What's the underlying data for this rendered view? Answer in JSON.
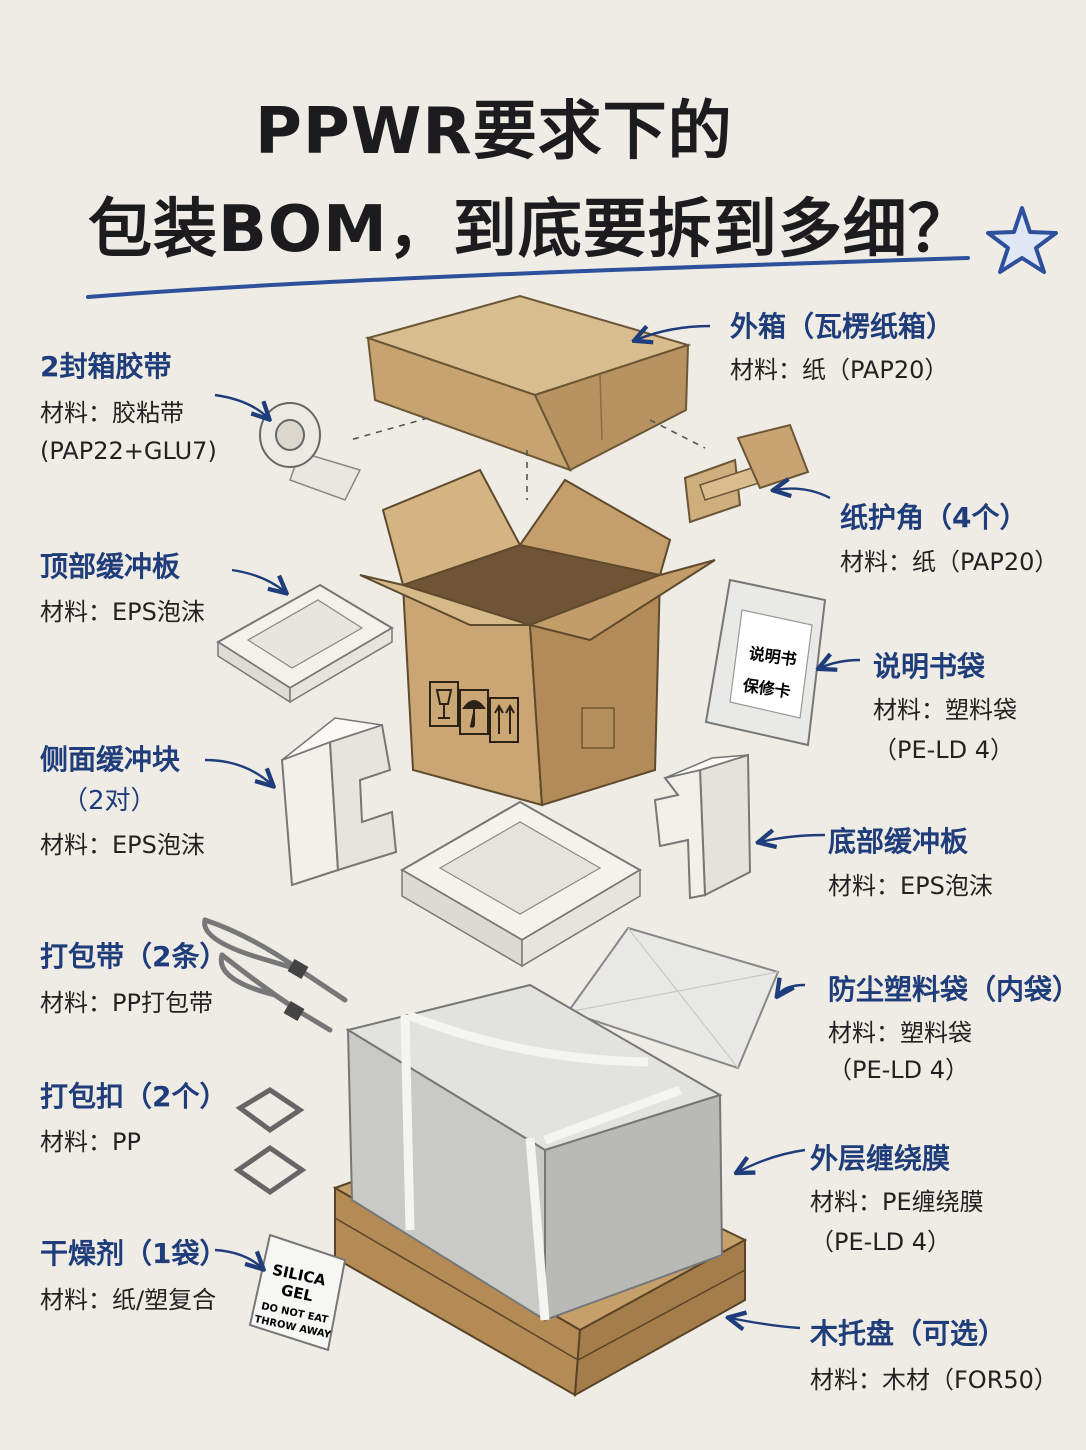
{
  "title": {
    "line1": "PPWR要求下的",
    "line2": "包装BOM，到底要拆到多细？"
  },
  "icons": [
    "star-icon",
    "arrow-icon",
    "fragile-icon",
    "umbrella-icon",
    "this-way-up-icon"
  ],
  "colors": {
    "background": "#efece5",
    "label": "#1f3d7a",
    "cardboard": "#c9a877",
    "foam": "#f2f1ec"
  },
  "items": {
    "outer_box": {
      "name": "外箱（瓦楞纸箱）",
      "material": "材料：纸（PAP20）"
    },
    "tape": {
      "name": "2封箱胶带",
      "material": "材料：胶粘带",
      "code": "(PAP22+GLU7)"
    },
    "corners": {
      "name": "纸护角（4个）",
      "material": "材料：纸（PAP20）"
    },
    "top_cushion": {
      "name": "顶部缓冲板",
      "material": "材料：EPS泡沫"
    },
    "manual_bag": {
      "name": "说明书袋",
      "material": "材料：塑料袋",
      "code": "（PE-LD 4）"
    },
    "side_blocks": {
      "name": "侧面缓冲块",
      "qty": "（2对）",
      "material": "材料：EPS泡沫"
    },
    "bottom_cushion": {
      "name": "底部缓冲板",
      "material": "材料：EPS泡沫"
    },
    "straps": {
      "name": "打包带（2条）",
      "material": "材料：PP打包带"
    },
    "dust_bag": {
      "name": "防尘塑料袋（内袋）",
      "material": "材料：塑料袋",
      "code": "（PE-LD 4）"
    },
    "buckles": {
      "name": "打包扣（2个）",
      "material": "材料：PP"
    },
    "stretch_film": {
      "name": "外层缠绕膜",
      "material": "材料：PE缠绕膜",
      "code": "（PE-LD 4）"
    },
    "desiccant": {
      "name": "干燥剂（1袋）",
      "material": "材料：纸/塑复合"
    },
    "pallet": {
      "name": "木托盘（可选）",
      "material": "材料：木材（FOR50）"
    }
  },
  "printed": {
    "manual_card_line1": "说明书",
    "manual_card_line2": "保修卡",
    "silica_line1": "SILICA",
    "silica_line2": "GEL",
    "silica_line3": "DO NOT EAT",
    "silica_line4": "THROW AWAY"
  }
}
